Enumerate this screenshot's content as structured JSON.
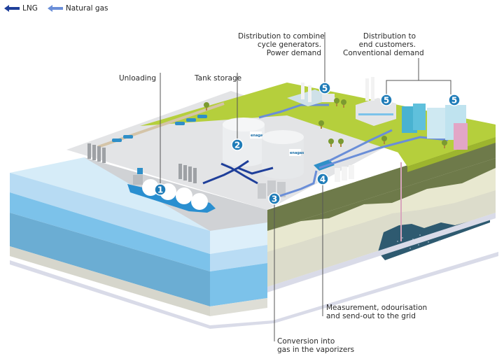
{
  "legend": {
    "items": [
      {
        "label": "LNG",
        "color": "#1f3f9a"
      },
      {
        "label": "Natural gas",
        "color": "#6a8ed8"
      }
    ]
  },
  "labels": {
    "unloading": "Unloading",
    "tank_storage": "Tank storage",
    "power_demand": [
      "Distribution to combine",
      "cycle generators.",
      "Power demand"
    ],
    "end_customers": [
      "Distribution to",
      "end customers.",
      "Conventional demand"
    ],
    "measurement": [
      "Measurement, odourisation",
      "and send-out to the grid"
    ],
    "conversion": [
      "Conversion into",
      "gas in the vaporizers"
    ]
  },
  "badges": {
    "unloading": "1",
    "tank_storage": "2",
    "vaporizers": "3",
    "measurement": "4",
    "power_plant": "5",
    "factory": "5",
    "city": "5"
  },
  "tank_logo": "enagas",
  "colors": {
    "badge": "#1f7cb8",
    "water_top": "#cfe7f7",
    "water_mid": "#7bc3ea",
    "water_deep": "#6aaed3",
    "grass": "#b5cf3c",
    "ground_dark": "#6e7a4a",
    "soil_light": "#e6e6cc",
    "reservoir": "#2e5a70",
    "platform": "#e3e4e6",
    "lng_pipe": "#1f3f9a",
    "gas_pipe": "#6a8ed8"
  }
}
